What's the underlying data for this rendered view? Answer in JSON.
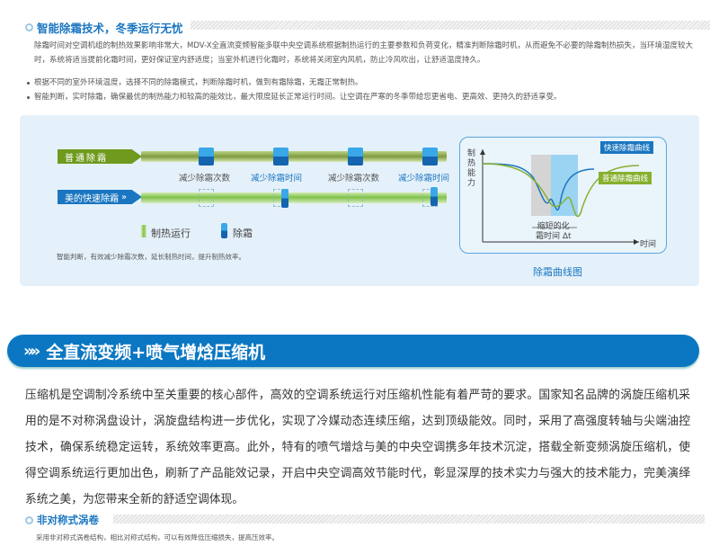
{
  "section1": {
    "title": "智能除霜技术，冬季运行无忧",
    "paragraph": "除霜时间对空调机组的制热效果影响非常大，MDV-X全直流变频智能多联中央空调系统根据制热运行的主要参数和负荷变化，精准判断除霜时机，从而避免不必要的除霜制热损失，当环境湿度较大时，系统将适当提前化霜时间，更好保证室内舒适度；当室外机进行化霜时，系统将关闭室内风机，防止冷风吹出，让舒适温度持久。",
    "bullets": [
      "根据不同的室外环境温度，选择不同的除霜模式，判断除霜时机，做到有霜除霜，无霜正常制热。",
      "智能判断，实时除霜，确保最优的制热能力和较高的能效比，最大限度延长正常运行时间。让空调在严寒的冬季带给您更省电、更高效、更持久的舒适享受。"
    ]
  },
  "diagram": {
    "row1_label": "普通除霜",
    "row2_label": "美的快速除霜",
    "annotations": [
      "减少除霜次数",
      "减少除霜时间",
      "减少除霜次数",
      "减少除霜时间"
    ],
    "legend": [
      "制热运行",
      "除霜"
    ],
    "caption": "智能判断，有效减少除霜次数，延长制热时间，提升制热效率。"
  },
  "curve_chart": {
    "y_label": "制热能力",
    "x_label": "时间",
    "fast_label": "快速除霜曲线",
    "normal_label": "普通除霜曲线",
    "delta_label_1": "缩短的化",
    "delta_label_2": "霜时间 Δt",
    "caption": "除霜曲线图"
  },
  "section2": {
    "title": "全直流变频+喷气增焓压缩机",
    "paragraph": "压缩机是空调制冷系统中至关重要的核心部件，高效的空调系统运行对压缩机性能有着严苛的要求。国家知名品牌的涡旋压缩机采用的是不对称涡盘设计，涡旋盘结构进一步优化，实现了冷媒动态连续压缩，达到顶级能效。同时，采用了高强度转轴与尖端油控技术，确保系统稳定运转，系统效率更高。此外，特有的喷气增焓与美的中央空调携多年技术沉淀，搭载全新变频涡旋压缩机，使得空调系统运行更加出色，刷新了产品能效记录，开启中央空调高效节能时代，彰显深厚的技术实力与强大的技术能力，完美演绎系统之美，为您带来全新的舒适空调体现。"
  },
  "section3": {
    "title": "非对称式涡卷",
    "paragraph": "采用非对称式涡卷结构，相比对称式结构，可以有效降低压缩损失，提高压效率。"
  }
}
